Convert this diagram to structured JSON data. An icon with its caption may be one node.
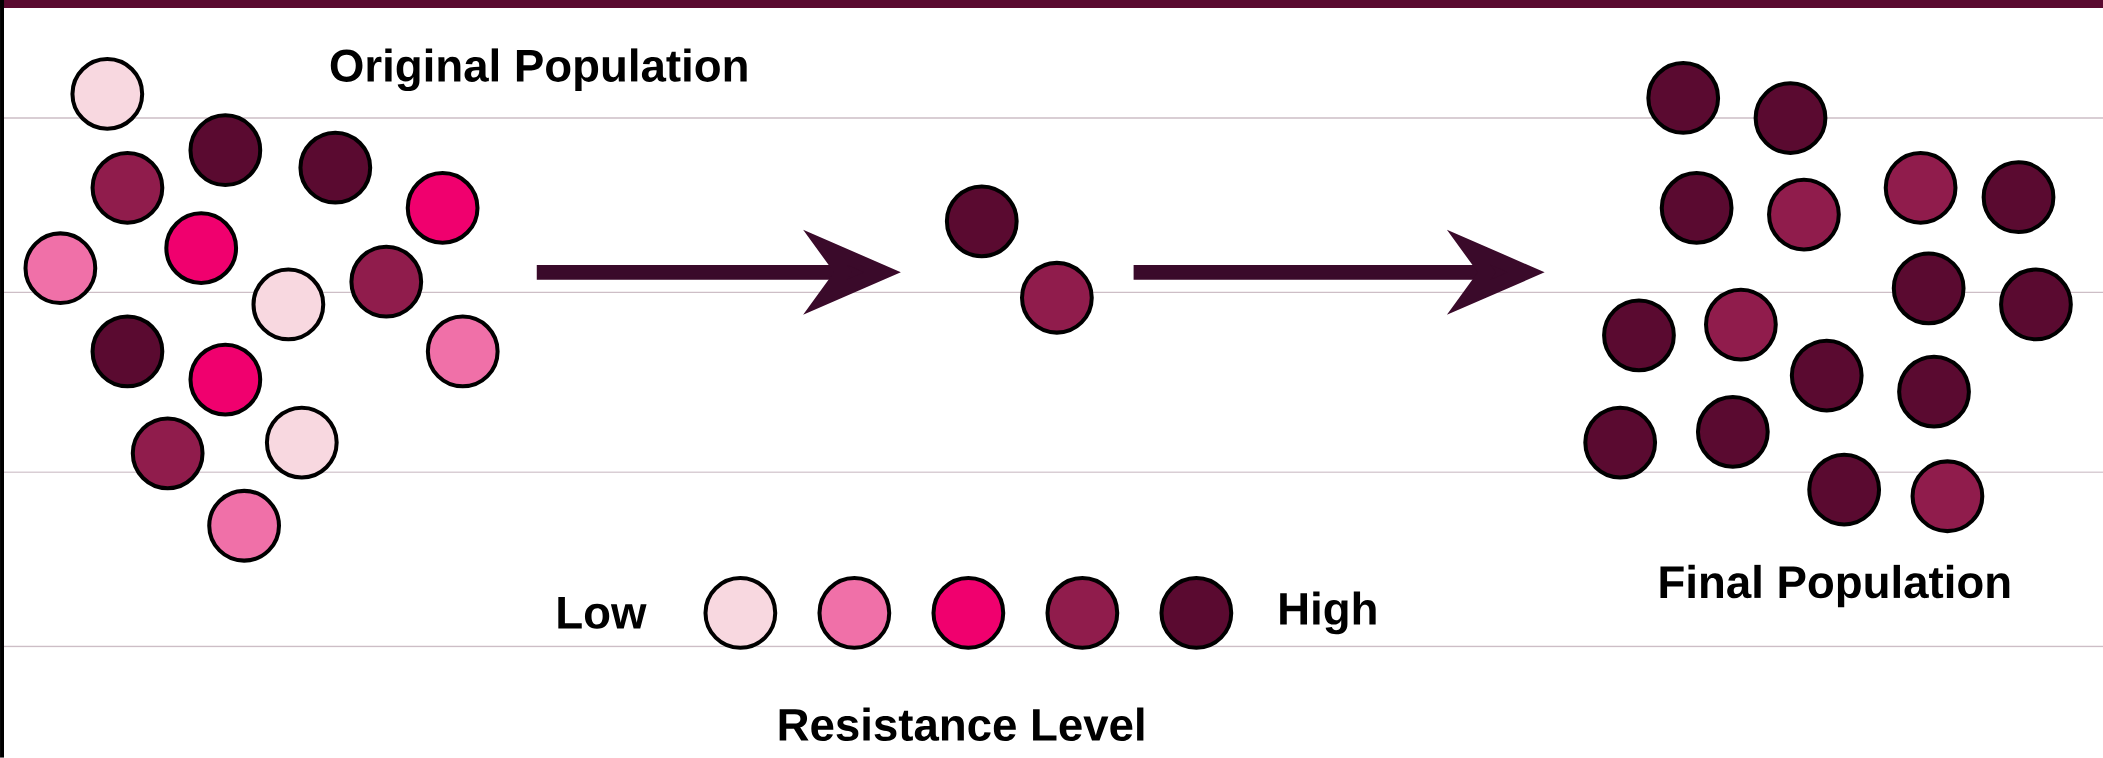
{
  "diagram": {
    "nodes": [
      {
        "text": [
          "Original Population"
        ]
      },
      {
        "text": [],
        "shape": "circle"
      },
      {
        "text": [
          "Final Population"
        ]
      }
    ],
    "edges": [
      {
        "from": 0,
        "to": 1,
        "arrow": "to"
      },
      {
        "from": 1,
        "to": 2,
        "arrow": "to"
      }
    ],
    "labels": [
      "Low",
      "High",
      "Resistance Level"
    ]
  }
}
